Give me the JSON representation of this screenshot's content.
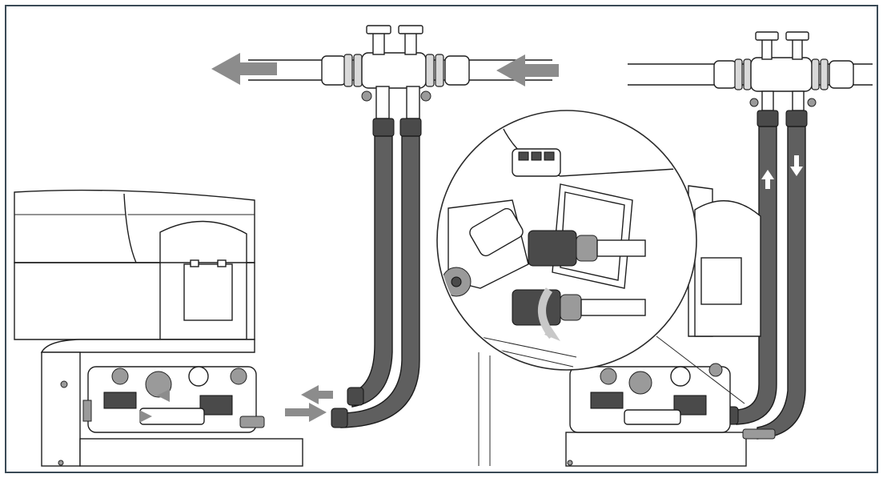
{
  "figure": {
    "frame_color": "#3a4a56",
    "hose_color": "#5f5f5f",
    "flow_arrow_color": "#8c8c8c",
    "panels": [
      {
        "id": "left",
        "description_name": "softener-with-bypass-valve-and-hoses"
      },
      {
        "id": "zoom",
        "description_name": "connector-detail-magnifier"
      },
      {
        "id": "right",
        "description_name": "softener-connected-view"
      }
    ],
    "flow_arrows": {
      "pipe_out": "left",
      "pipe_in": "left",
      "inlet_small": "left",
      "outlet_small": "right",
      "hose_up": "up",
      "hose_down": "down",
      "twist": "clockwise"
    }
  }
}
